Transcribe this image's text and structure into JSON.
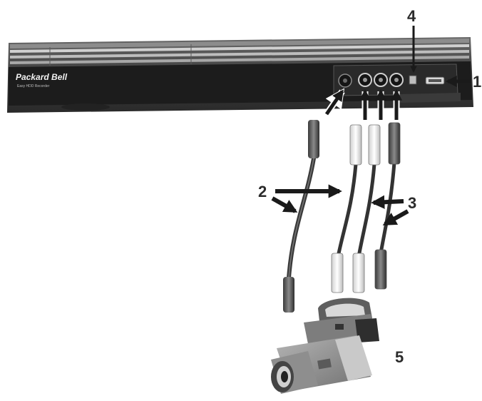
{
  "device": {
    "brand": "Packard Bell",
    "model": "Easy HDD Recorder"
  },
  "callouts": {
    "c1": "1",
    "c2": "2",
    "c3": "3",
    "c4": "4",
    "c5": "5"
  },
  "colors": {
    "recorder_body": "#4a4a4a",
    "recorder_panel": "#1c1c1c",
    "cable": "#3a3a3a",
    "connector_light": "#e6e6e6",
    "camcorder_body": "#9a9a9a",
    "arrow": "#1a1a1a"
  }
}
